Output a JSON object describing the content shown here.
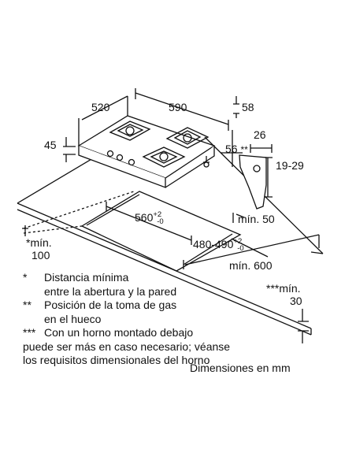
{
  "dimensions": {
    "width_520": "520",
    "width_590": "590",
    "depth_58": "58",
    "height_45": "45",
    "dim_26": "26",
    "dim_56": "56",
    "dim_56_marker": "**",
    "dim_19_29": "19-29",
    "cutout_560": "560",
    "cutout_560_sup": "+2",
    "cutout_560_sub": "-0",
    "cutout_480_490": "480-490",
    "cutout_480_sup": "+2",
    "cutout_480_sub": "-0",
    "min_50": "mín. 50",
    "min_100_label": "*mín.",
    "min_100_value": "100",
    "min_600": "mín. 600",
    "min_30_label": "***mín.",
    "min_30_value": "30"
  },
  "notes": [
    {
      "key": "*",
      "lines": [
        "Distancia mínima",
        "entre la abertura y la pared"
      ]
    },
    {
      "key": "**",
      "lines": [
        "Posición de la toma de gas",
        "en el hueco"
      ]
    },
    {
      "key": "***",
      "lines": [
        "Con un horno montado debajo",
        "puede ser más en caso necesario; véanse",
        "los requisitos dimensionales del horno"
      ]
    }
  ],
  "units_label": "Dimensiones en mm"
}
